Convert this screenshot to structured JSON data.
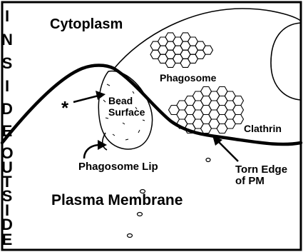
{
  "side_labels": {
    "inside": [
      "I",
      "N",
      "S",
      "I",
      "D",
      "E"
    ],
    "outside": [
      "O",
      "U",
      "T",
      "S",
      "I",
      "D",
      "E"
    ]
  },
  "labels": {
    "cytoplasm": "Cytoplasm",
    "phagosome": "Phagosome",
    "bead_line1": "Bead",
    "bead_line2": "Surface",
    "asterisk": "*",
    "clathrin": "Clathrin",
    "phagosome_lip": "Phagosome Lip",
    "torn_edge_line1": "Torn Edge",
    "torn_edge_line2": "of PM",
    "plasma_membrane": "Plasma Membrane"
  }
}
